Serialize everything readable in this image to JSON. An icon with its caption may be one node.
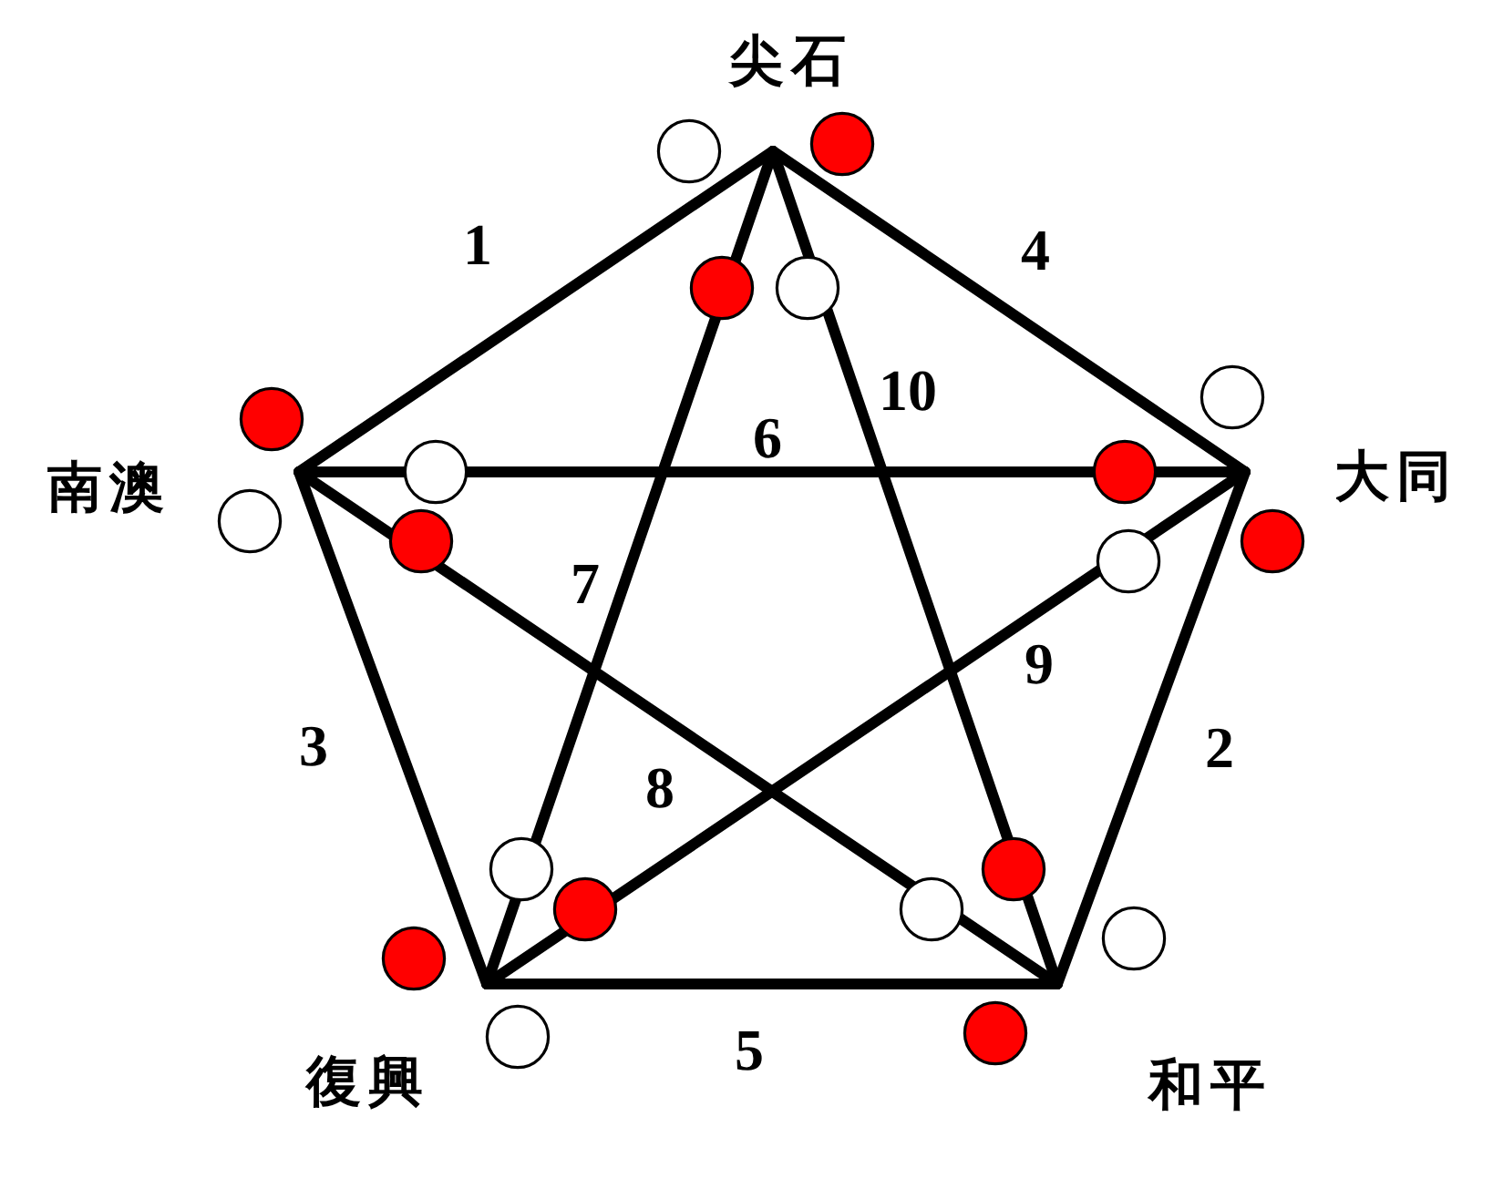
{
  "diagram": {
    "nodes": [
      {
        "text": [
          "尖石"
        ]
      },
      {
        "text": [
          "南澳"
        ]
      },
      {
        "text": [
          "大同"
        ]
      },
      {
        "text": [
          "復興"
        ]
      },
      {
        "text": [
          "和平"
        ]
      }
    ],
    "edges": [
      {
        "from": 0,
        "to": 1,
        "arrow": "none",
        "label": "1"
      },
      {
        "from": 2,
        "to": 4,
        "arrow": "none",
        "label": "2"
      },
      {
        "from": 1,
        "to": 3,
        "arrow": "none",
        "label": "3"
      },
      {
        "from": 0,
        "to": 2,
        "arrow": "none",
        "label": "4"
      },
      {
        "from": 3,
        "to": 4,
        "arrow": "none",
        "label": "5"
      },
      {
        "from": 1,
        "to": 2,
        "arrow": "none",
        "label": "6"
      },
      {
        "from": 0,
        "to": 3,
        "arrow": "none",
        "label": "7"
      },
      {
        "from": 1,
        "to": 4,
        "arrow": "none",
        "label": "8"
      },
      {
        "from": 2,
        "to": 3,
        "arrow": "none",
        "label": "9"
      },
      {
        "from": 0,
        "to": 4,
        "arrow": "none",
        "label": "10"
      }
    ]
  }
}
